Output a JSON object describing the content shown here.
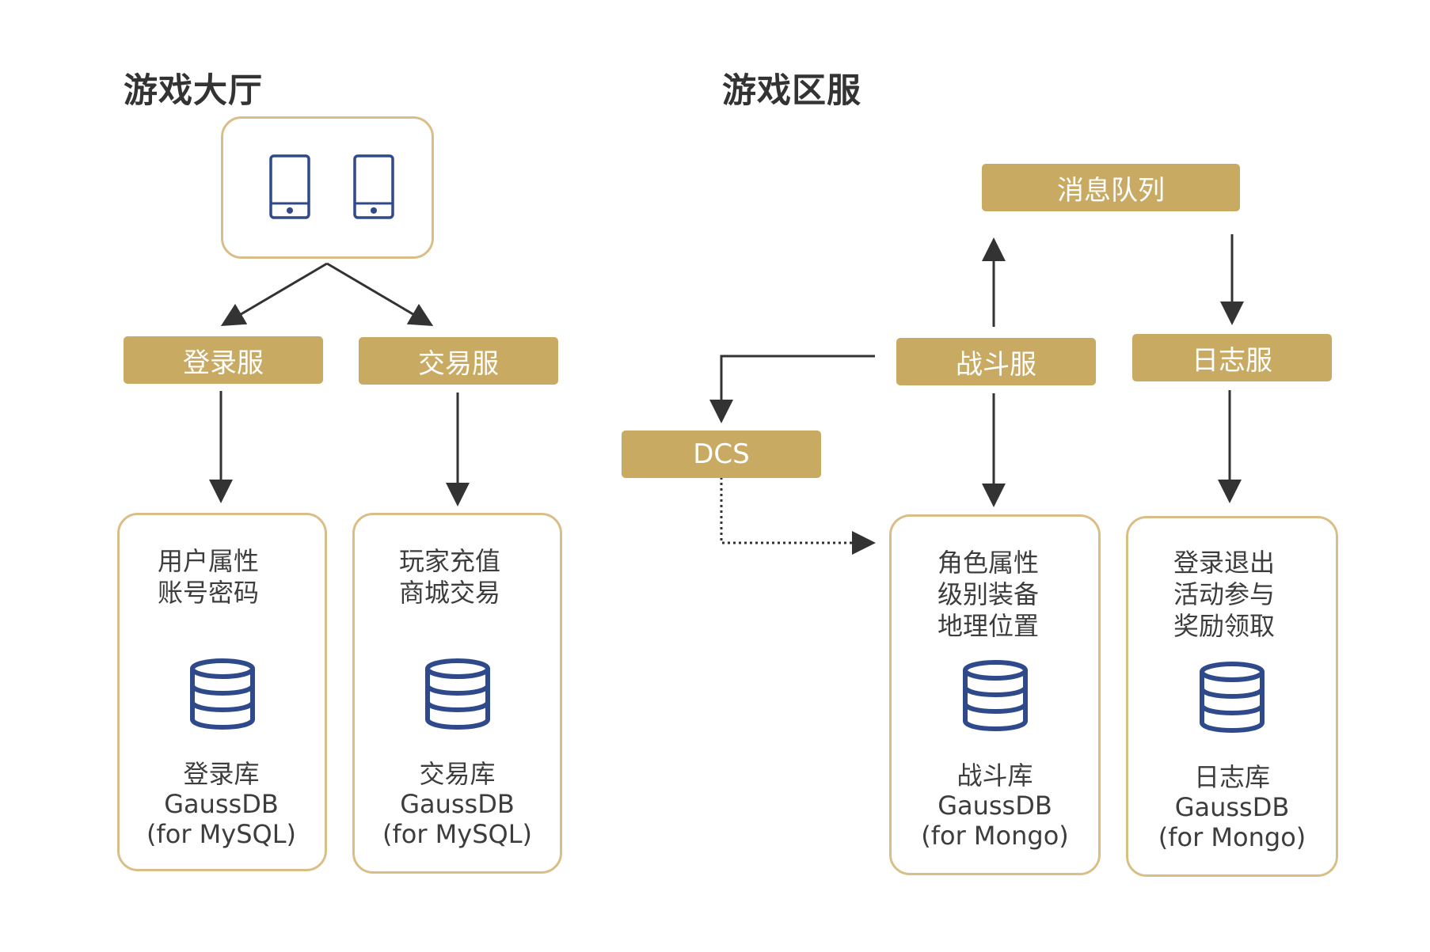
{
  "colors": {
    "gold": "#c9aa63",
    "gold_border": "#d9bf87",
    "icon_blue": "#2f4a8a",
    "arrow": "#333333"
  },
  "lobby": {
    "title": "游戏大厅",
    "devices": [
      "phone-icon",
      "phone-icon"
    ],
    "services": {
      "login": "登录服",
      "trade": "交易服"
    },
    "databases": [
      {
        "desc": [
          "用户属性",
          "账号密码"
        ],
        "name": "登录库",
        "engine": "GaussDB",
        "variant": "(for MySQL)"
      },
      {
        "desc": [
          "玩家充值",
          "商城交易"
        ],
        "name": "交易库",
        "engine": "GaussDB",
        "variant": "(for MySQL)"
      }
    ]
  },
  "zone": {
    "title": "游戏区服",
    "queue": "消息队列",
    "dcs": "DCS",
    "services": {
      "battle": "战斗服",
      "log": "日志服"
    },
    "databases": [
      {
        "desc": [
          "角色属性",
          "级别装备",
          "地理位置"
        ],
        "name": "战斗库",
        "engine": "GaussDB",
        "variant": "(for Mongo)"
      },
      {
        "desc": [
          "登录退出",
          "活动参与",
          "奖励领取"
        ],
        "name": "日志库",
        "engine": "GaussDB",
        "variant": "(for Mongo)"
      }
    ]
  }
}
